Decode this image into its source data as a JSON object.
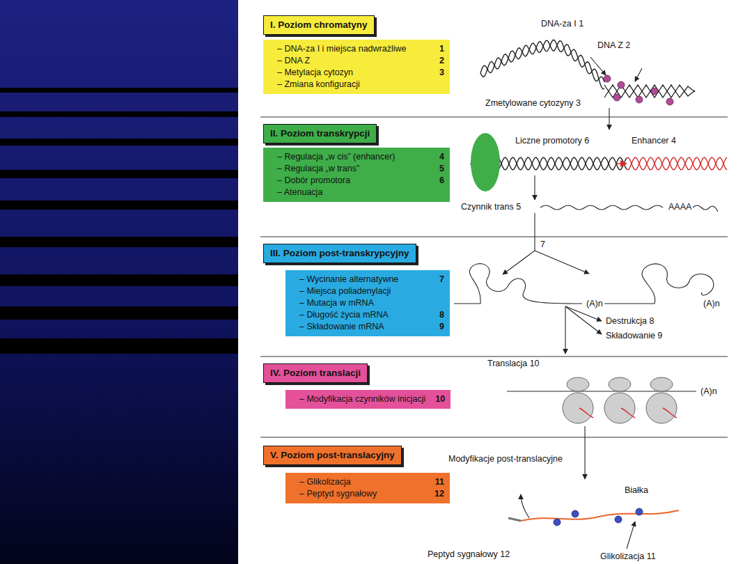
{
  "diagram": {
    "nodes": [
      {
        "text": [
          "I. Poziom chromatyny"
        ]
      },
      {
        "text": [
          "– DNA-za I i miejsca nadwrażliwe",
          "1",
          "– DNA Z",
          "2",
          "– Metylacja cytozyn",
          "3",
          "– Zmiana konfiguracji"
        ]
      },
      {
        "text": [
          "II. Poziom transkrypcji"
        ]
      },
      {
        "text": [
          "– Regulacja „w cis” (enhancer)",
          "4",
          "– Regulacja „w trans”",
          "5",
          "– Dobór promotora",
          "6",
          "– Atenuacja"
        ]
      },
      {
        "text": [
          "III. Poziom post-transkrypcyjny"
        ]
      },
      {
        "text": [
          "– Wycinanie alternatywne",
          "7",
          "– Miejsca poliadenylacji",
          "– Mutacja w mRNA",
          "– Długość życia mRNA",
          "8",
          "– Składowanie mRNA",
          "9"
        ]
      },
      {
        "text": [
          "IV. Poziom translacji"
        ]
      },
      {
        "text": [
          "– Modyfikacja czynników inicjacji",
          "10"
        ]
      },
      {
        "text": [
          "V. Poziom post-translacyjny"
        ]
      },
      {
        "text": [
          "– Glikolizacja",
          "11",
          "– Peptyd sygnałowy",
          "12"
        ]
      }
    ],
    "labels": [
      "DNA-za I 1",
      "DNA Z 2",
      "Zmetylowane cytozyny 3",
      "Liczne promotory 6",
      "Enhancer 4",
      "Czynnik trans 5",
      "AAAA",
      "7",
      "(A)n",
      "(A)n",
      "Destrukcja 8",
      "Składowanie 9",
      "Translacja 10",
      "(A)n",
      "Modyfikacje post-translacyjne",
      "Białka",
      "Peptyd sygnałowy 12",
      "Glikolizacja 11"
    ]
  }
}
